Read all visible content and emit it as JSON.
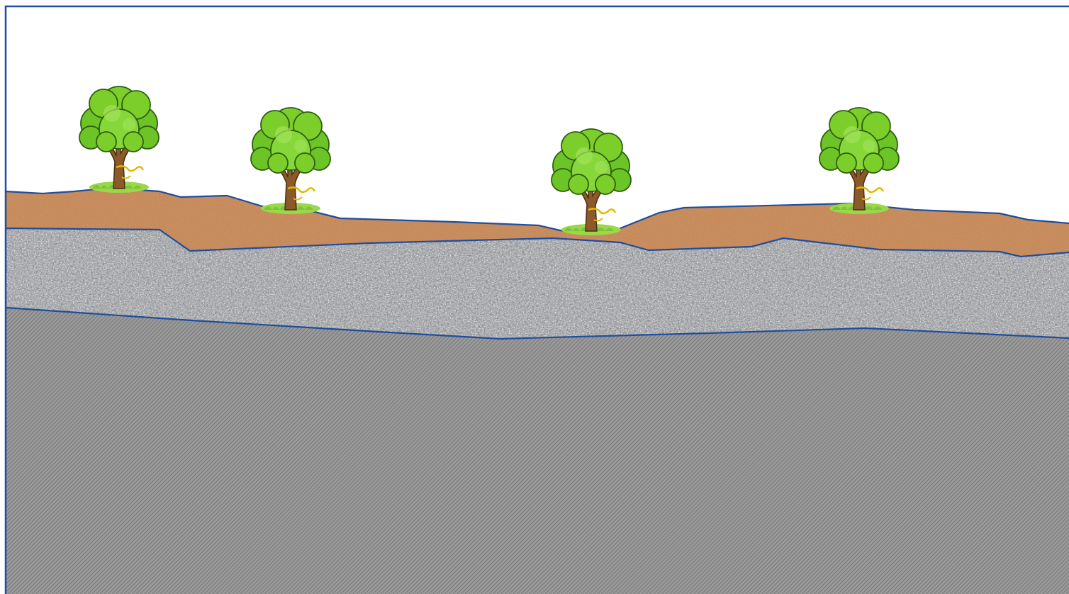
{
  "diagram": {
    "layers": [
      {
        "id": "topsoil",
        "name": "",
        "color": "#c8895a"
      },
      {
        "id": "gravel",
        "name": "",
        "color": "#a9abae"
      },
      {
        "id": "bedrock",
        "name": "",
        "color": "#8a8a8a"
      }
    ],
    "trees": [
      {
        "id": "tree-1",
        "icon": "tree-icon"
      },
      {
        "id": "tree-2",
        "icon": "tree-icon"
      },
      {
        "id": "tree-3",
        "icon": "tree-icon"
      },
      {
        "id": "tree-4",
        "icon": "tree-icon"
      }
    ],
    "colors": {
      "border": "#1f4e9c",
      "outline": "#1f4e9c",
      "foliage": "#7ccf2a",
      "foliage_dark": "#4f9a1a",
      "trunk": "#8a5a2b",
      "grass": "#9ad84a",
      "vine": "#e6b800",
      "sky": "#ffffff"
    }
  }
}
